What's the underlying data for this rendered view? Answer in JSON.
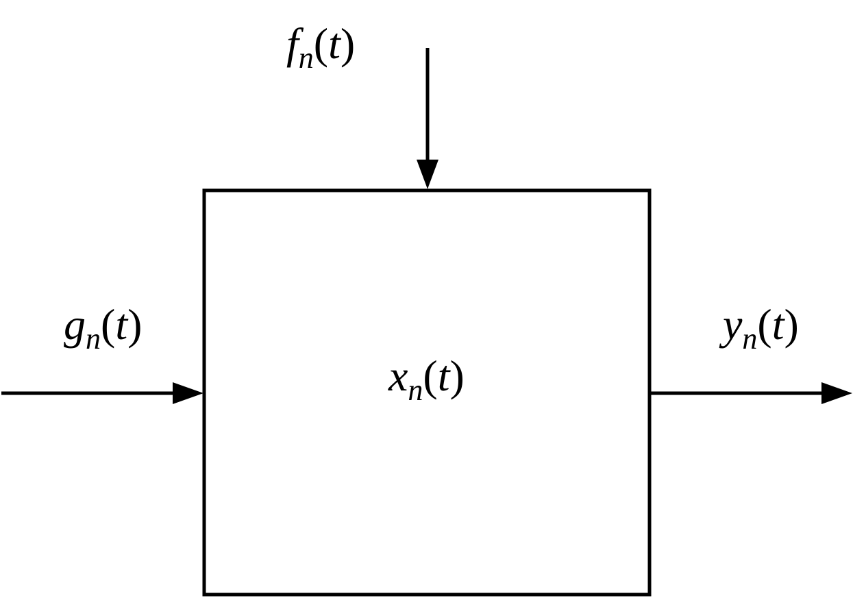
{
  "diagram": {
    "block": {
      "label": {
        "symbol": "x",
        "subscript": "n",
        "argument": "t"
      }
    },
    "inputs": {
      "top": {
        "symbol": "f",
        "subscript": "n",
        "argument": "t"
      },
      "left": {
        "symbol": "g",
        "subscript": "n",
        "argument": "t"
      }
    },
    "output": {
      "right": {
        "symbol": "y",
        "subscript": "n",
        "argument": "t"
      }
    },
    "colors": {
      "stroke": "#000000",
      "background": "#ffffff"
    }
  }
}
